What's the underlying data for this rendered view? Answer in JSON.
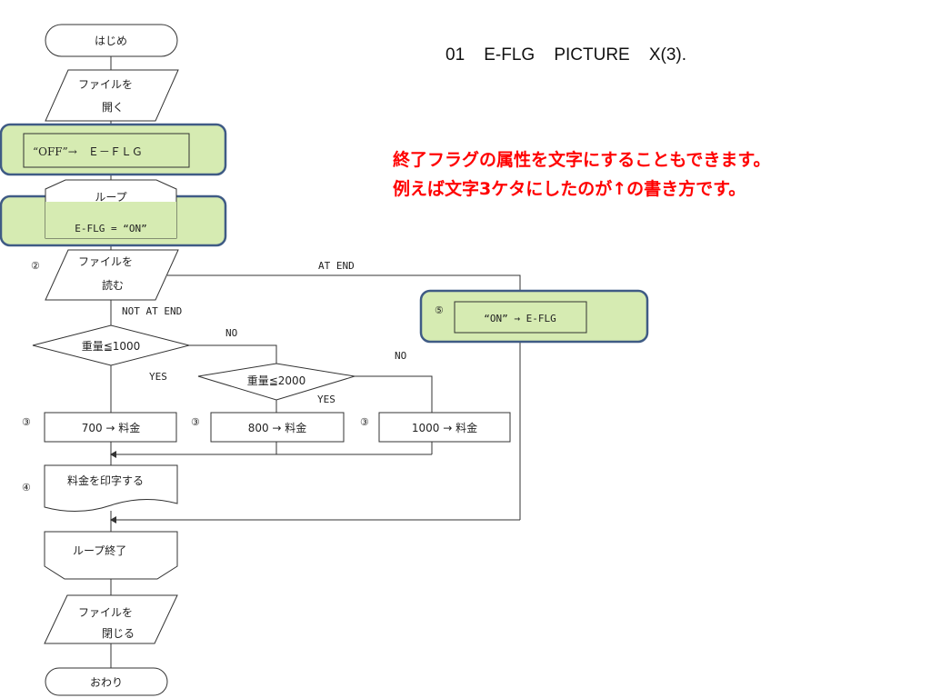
{
  "code_line": "01    E-FLG    PICTURE    X(3).",
  "note": {
    "line1": "終了フラグの属性を文字にすることもできます。",
    "line2": "例えば文字3ケタにしたのが↑の書き方です。"
  },
  "flowchart": {
    "start": "はじめ",
    "open_file_1": "ファイルを",
    "open_file_2": "開く",
    "init_flag": "“OFF”→　Ｅ－ＦＬＧ",
    "loop_label": "ループ",
    "loop_condition": "E-FLG  =  “ON”",
    "read_file_1": "ファイルを",
    "read_file_2": "読む",
    "at_end": "AT  END",
    "not_at_end": "NOT  AT  END",
    "set_flag": "“ON” → E-FLG",
    "decision_1": "重量≦1000",
    "decision_2": "重量≦2000",
    "no": "NO",
    "yes": "YES",
    "fee_700": "700  →  料金",
    "fee_800": "800  →  料金",
    "fee_1000": "1000  →  料金",
    "print_fee": "料金を印字する",
    "loop_end": "ループ終了",
    "close_file_1": "ファイルを",
    "close_file_2": "閉じる",
    "end": "おわり",
    "marker_2": "②",
    "marker_3": "③",
    "marker_4": "④",
    "marker_5": "⑤"
  },
  "colors": {
    "highlight_fill": "#d6ebb2",
    "highlight_border": "#3f5b85",
    "note_text": "#ff0000",
    "line": "#333333"
  }
}
